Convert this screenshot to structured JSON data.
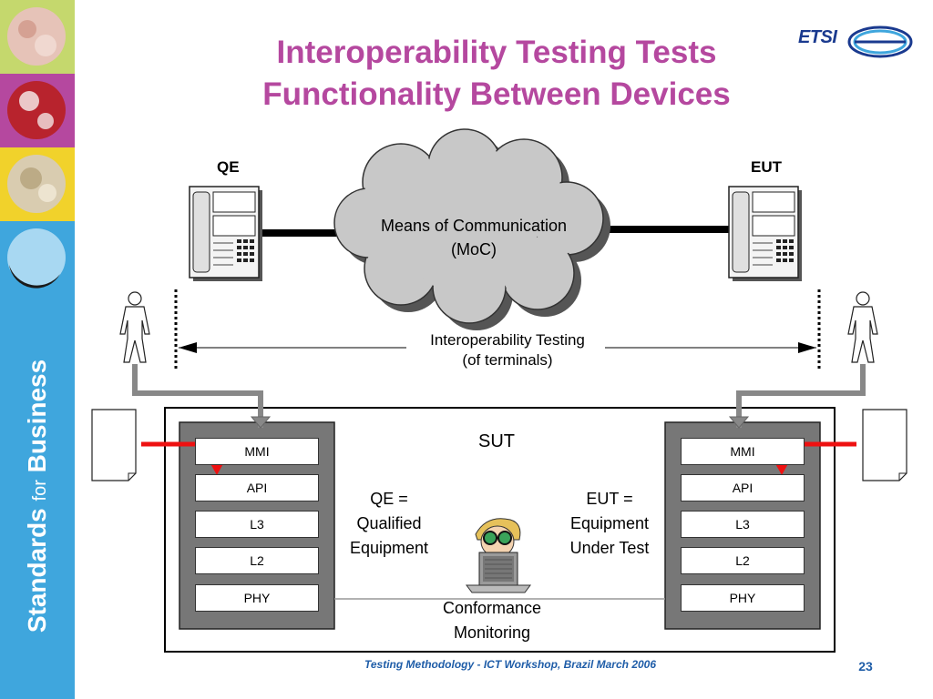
{
  "slide": {
    "title_line1": "Interoperability Testing Tests",
    "title_line2": "Functionality Between Devices",
    "logo_text": "ETSI"
  },
  "sidebar": {
    "brand_word1": "Standards",
    "brand_word2": "for",
    "brand_word3": "Business",
    "tile_colors": [
      "#c5d86d",
      "#b5489f",
      "#f1d22b",
      "#3fa6dd"
    ]
  },
  "diagram": {
    "qe_label": "QE",
    "eut_label": "EUT",
    "cloud_line1": "Means of Communication",
    "cloud_line2": "(MoC)",
    "interop_line1": "Interoperability Testing",
    "interop_line2": "(of terminals)",
    "sut_label": "SUT",
    "qe_def_line1": "QE =",
    "qe_def_line2": "Qualified",
    "qe_def_line3": "Equipment",
    "eut_def_line1": "EUT =",
    "eut_def_line2": "Equipment",
    "eut_def_line3": "Under Test",
    "monitor_line1": "Conformance",
    "monitor_line2": "Monitoring",
    "left_stack": [
      "MMI",
      "API",
      "L3",
      "L2",
      "PHY"
    ],
    "right_stack": [
      "MMI",
      "API",
      "L3",
      "L2",
      "PHY"
    ],
    "arrow_color": "#ee1111"
  },
  "footer": {
    "text": "Testing Methodology - ICT Workshop, Brazil March 2006",
    "page": "23"
  }
}
